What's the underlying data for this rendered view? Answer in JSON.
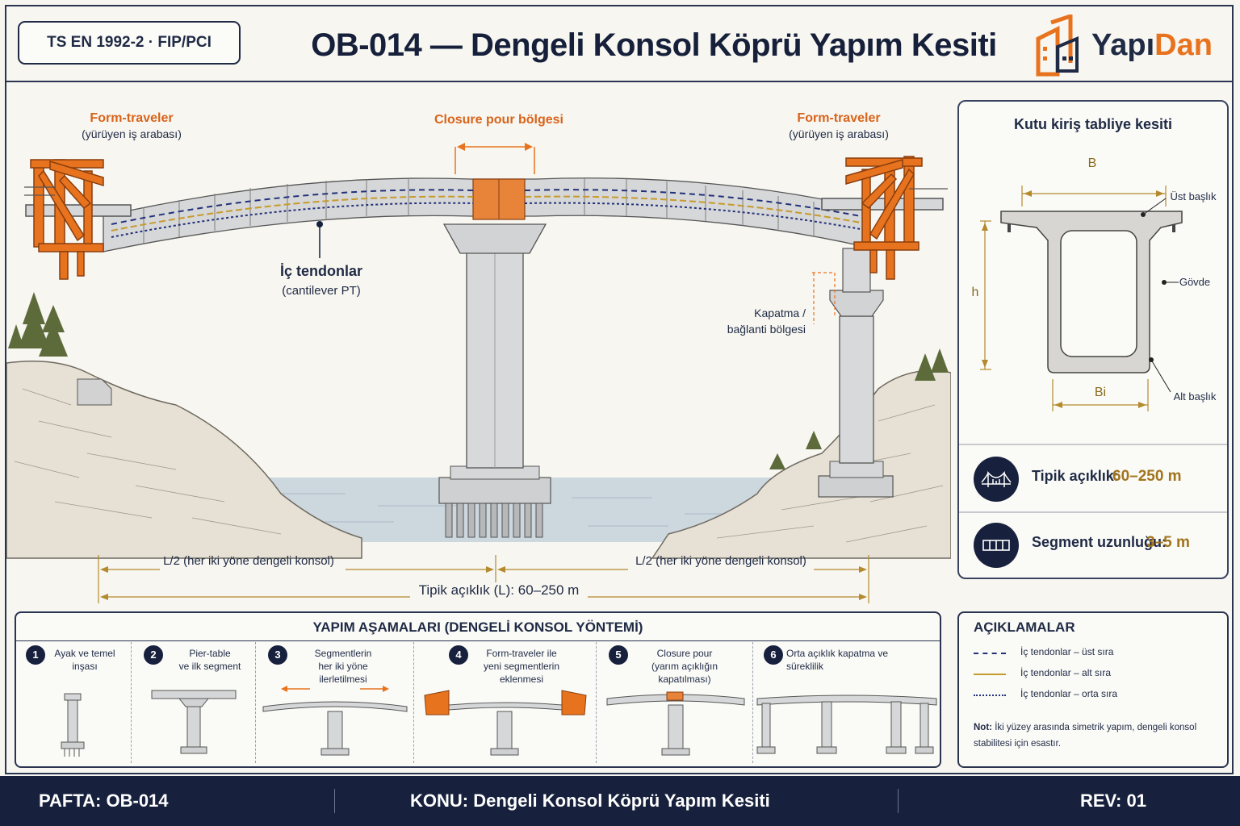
{
  "header": {
    "standard_badge": "TS EN 1992-2 · FIP/PCI",
    "title": "OB-014 — Dengeli Konsol Köprü Yapım Kesiti",
    "logo_part1": "Yapı",
    "logo_part2": "Dan"
  },
  "drawing": {
    "form_traveler_left_title": "Form-traveler",
    "form_traveler_left_sub": "(yürüyen iş arabası)",
    "closure_title": "Closure pour bölgesi",
    "form_traveler_right_title": "Form-traveler",
    "form_traveler_right_sub": "(yürüyen iş arabası)",
    "tendons_title": "İç tendonlar",
    "tendons_sub": "(cantilever PT)",
    "closure_joint_line1": "Kapatma /",
    "closure_joint_line2": "bağlanti bölgesi",
    "half_span_left": "L/2 (her iki yöne dengeli konsol)",
    "half_span_right": "L/2 (her iki yöne dengeli konsol)",
    "span_total": "Tipik açıklık (L): 60–250 m"
  },
  "cross_section": {
    "title": "Kutu kiriş tabliye kesiti",
    "dim_b": "B",
    "dim_h": "h",
    "dim_bi": "Bi",
    "label_top_flange": "Üst başlık",
    "label_web": "Gövde",
    "label_bottom_flange": "Alt başlık"
  },
  "stats": [
    {
      "icon": "bridge-icon",
      "label": "Tipik açıklık:",
      "value": "60–250 m"
    },
    {
      "icon": "segment-icon",
      "label": "Segment uzunluğu:",
      "value": "3–5 m"
    }
  ],
  "steps": {
    "title": "YAPIM AŞAMALARI (DENGELİ KONSOL YÖNTEMİ)",
    "items": [
      {
        "num": "1",
        "line1": "Ayak ve temel",
        "line2": "inşası",
        "line3": ""
      },
      {
        "num": "2",
        "line1": "Pier-table",
        "line2": "ve ilk segment",
        "line3": ""
      },
      {
        "num": "3",
        "line1": "Segmentlerin",
        "line2": "her iki yöne",
        "line3": "ilerletilmesi"
      },
      {
        "num": "4",
        "line1": "Form-traveler ile",
        "line2": "yeni segmentlerin",
        "line3": "eklenmesi"
      },
      {
        "num": "5",
        "line1": "Closure pour",
        "line2": "(yarım açıklığın",
        "line3": "kapatılması)"
      },
      {
        "num": "6",
        "line1": "Orta açıklık  kapatma ve",
        "line2": "süreklilik",
        "line3": ""
      }
    ]
  },
  "legend": {
    "title": "AÇIKLAMALAR",
    "items": [
      {
        "label": "İç tendonlar – üst sıra",
        "color": "#22317a",
        "style": "dashed"
      },
      {
        "label": "İç tendonlar – alt sıra",
        "color": "#c79a2c",
        "style": "solid"
      },
      {
        "label": "İç tendonlar – orta sıra",
        "color": "#22317a",
        "style": "dotted"
      }
    ],
    "note_label": "Not:",
    "note_text": "İki yüzey arasında simetrik yapım, dengeli konsol stabilitesi için esastır."
  },
  "footer": {
    "sheet": "PAFTA: OB-014",
    "subject": "KONU: Dengeli Konsol Köprü Yapım Kesiti",
    "rev": "REV: 01"
  },
  "colors": {
    "navy": "#17213d",
    "orange": "#e8731e",
    "concrete": "#d4d5d6",
    "water": "#c9d6df",
    "gold": "#a2741d"
  }
}
